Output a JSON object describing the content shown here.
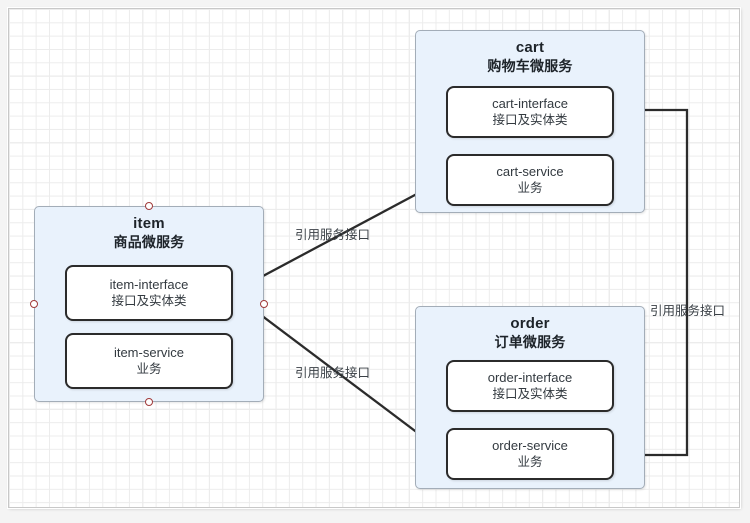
{
  "canvas": {
    "grid": "on",
    "background_color": "#ffffff",
    "border_color": "#c8c8c8"
  },
  "colors": {
    "group_fill": "#e9f2fc",
    "group_border": "#a3adb8",
    "node_fill": "#ffffff",
    "node_border": "#2b2b2b",
    "edge_color": "#2b2b2b",
    "handle_color": "#a03a3a",
    "text_color": "#333a40"
  },
  "groups": [
    {
      "id": "item",
      "title": "item",
      "subtitle": "商品微服务",
      "nodes": [
        {
          "id": "item-interface",
          "name": "item-interface",
          "desc": "接口及实体类"
        },
        {
          "id": "item-service",
          "name": "item-service",
          "desc": "业务"
        }
      ],
      "selected": true
    },
    {
      "id": "cart",
      "title": "cart",
      "subtitle": "购物车微服务",
      "nodes": [
        {
          "id": "cart-interface",
          "name": "cart-interface",
          "desc": "接口及实体类"
        },
        {
          "id": "cart-service",
          "name": "cart-service",
          "desc": "业务"
        }
      ],
      "selected": false
    },
    {
      "id": "order",
      "title": "order",
      "subtitle": "订单微服务",
      "nodes": [
        {
          "id": "order-interface",
          "name": "order-interface",
          "desc": "接口及实体类"
        },
        {
          "id": "order-service",
          "name": "order-service",
          "desc": "业务"
        }
      ],
      "selected": false
    }
  ],
  "edges": [
    {
      "id": "item-to-cart",
      "from": "item-interface",
      "to": "cart-service",
      "label": "引用服务接口"
    },
    {
      "id": "item-to-order",
      "from": "item-interface",
      "to": "order-service",
      "label": "引用服务接口"
    },
    {
      "id": "cart-to-order",
      "from": "cart-interface",
      "to": "order-service",
      "label": "引用服务接口"
    }
  ],
  "handles": [
    {
      "id": "handle-top",
      "position": "top"
    },
    {
      "id": "handle-left",
      "position": "left"
    },
    {
      "id": "handle-right",
      "position": "right"
    },
    {
      "id": "handle-bottom",
      "position": "bottom"
    }
  ]
}
